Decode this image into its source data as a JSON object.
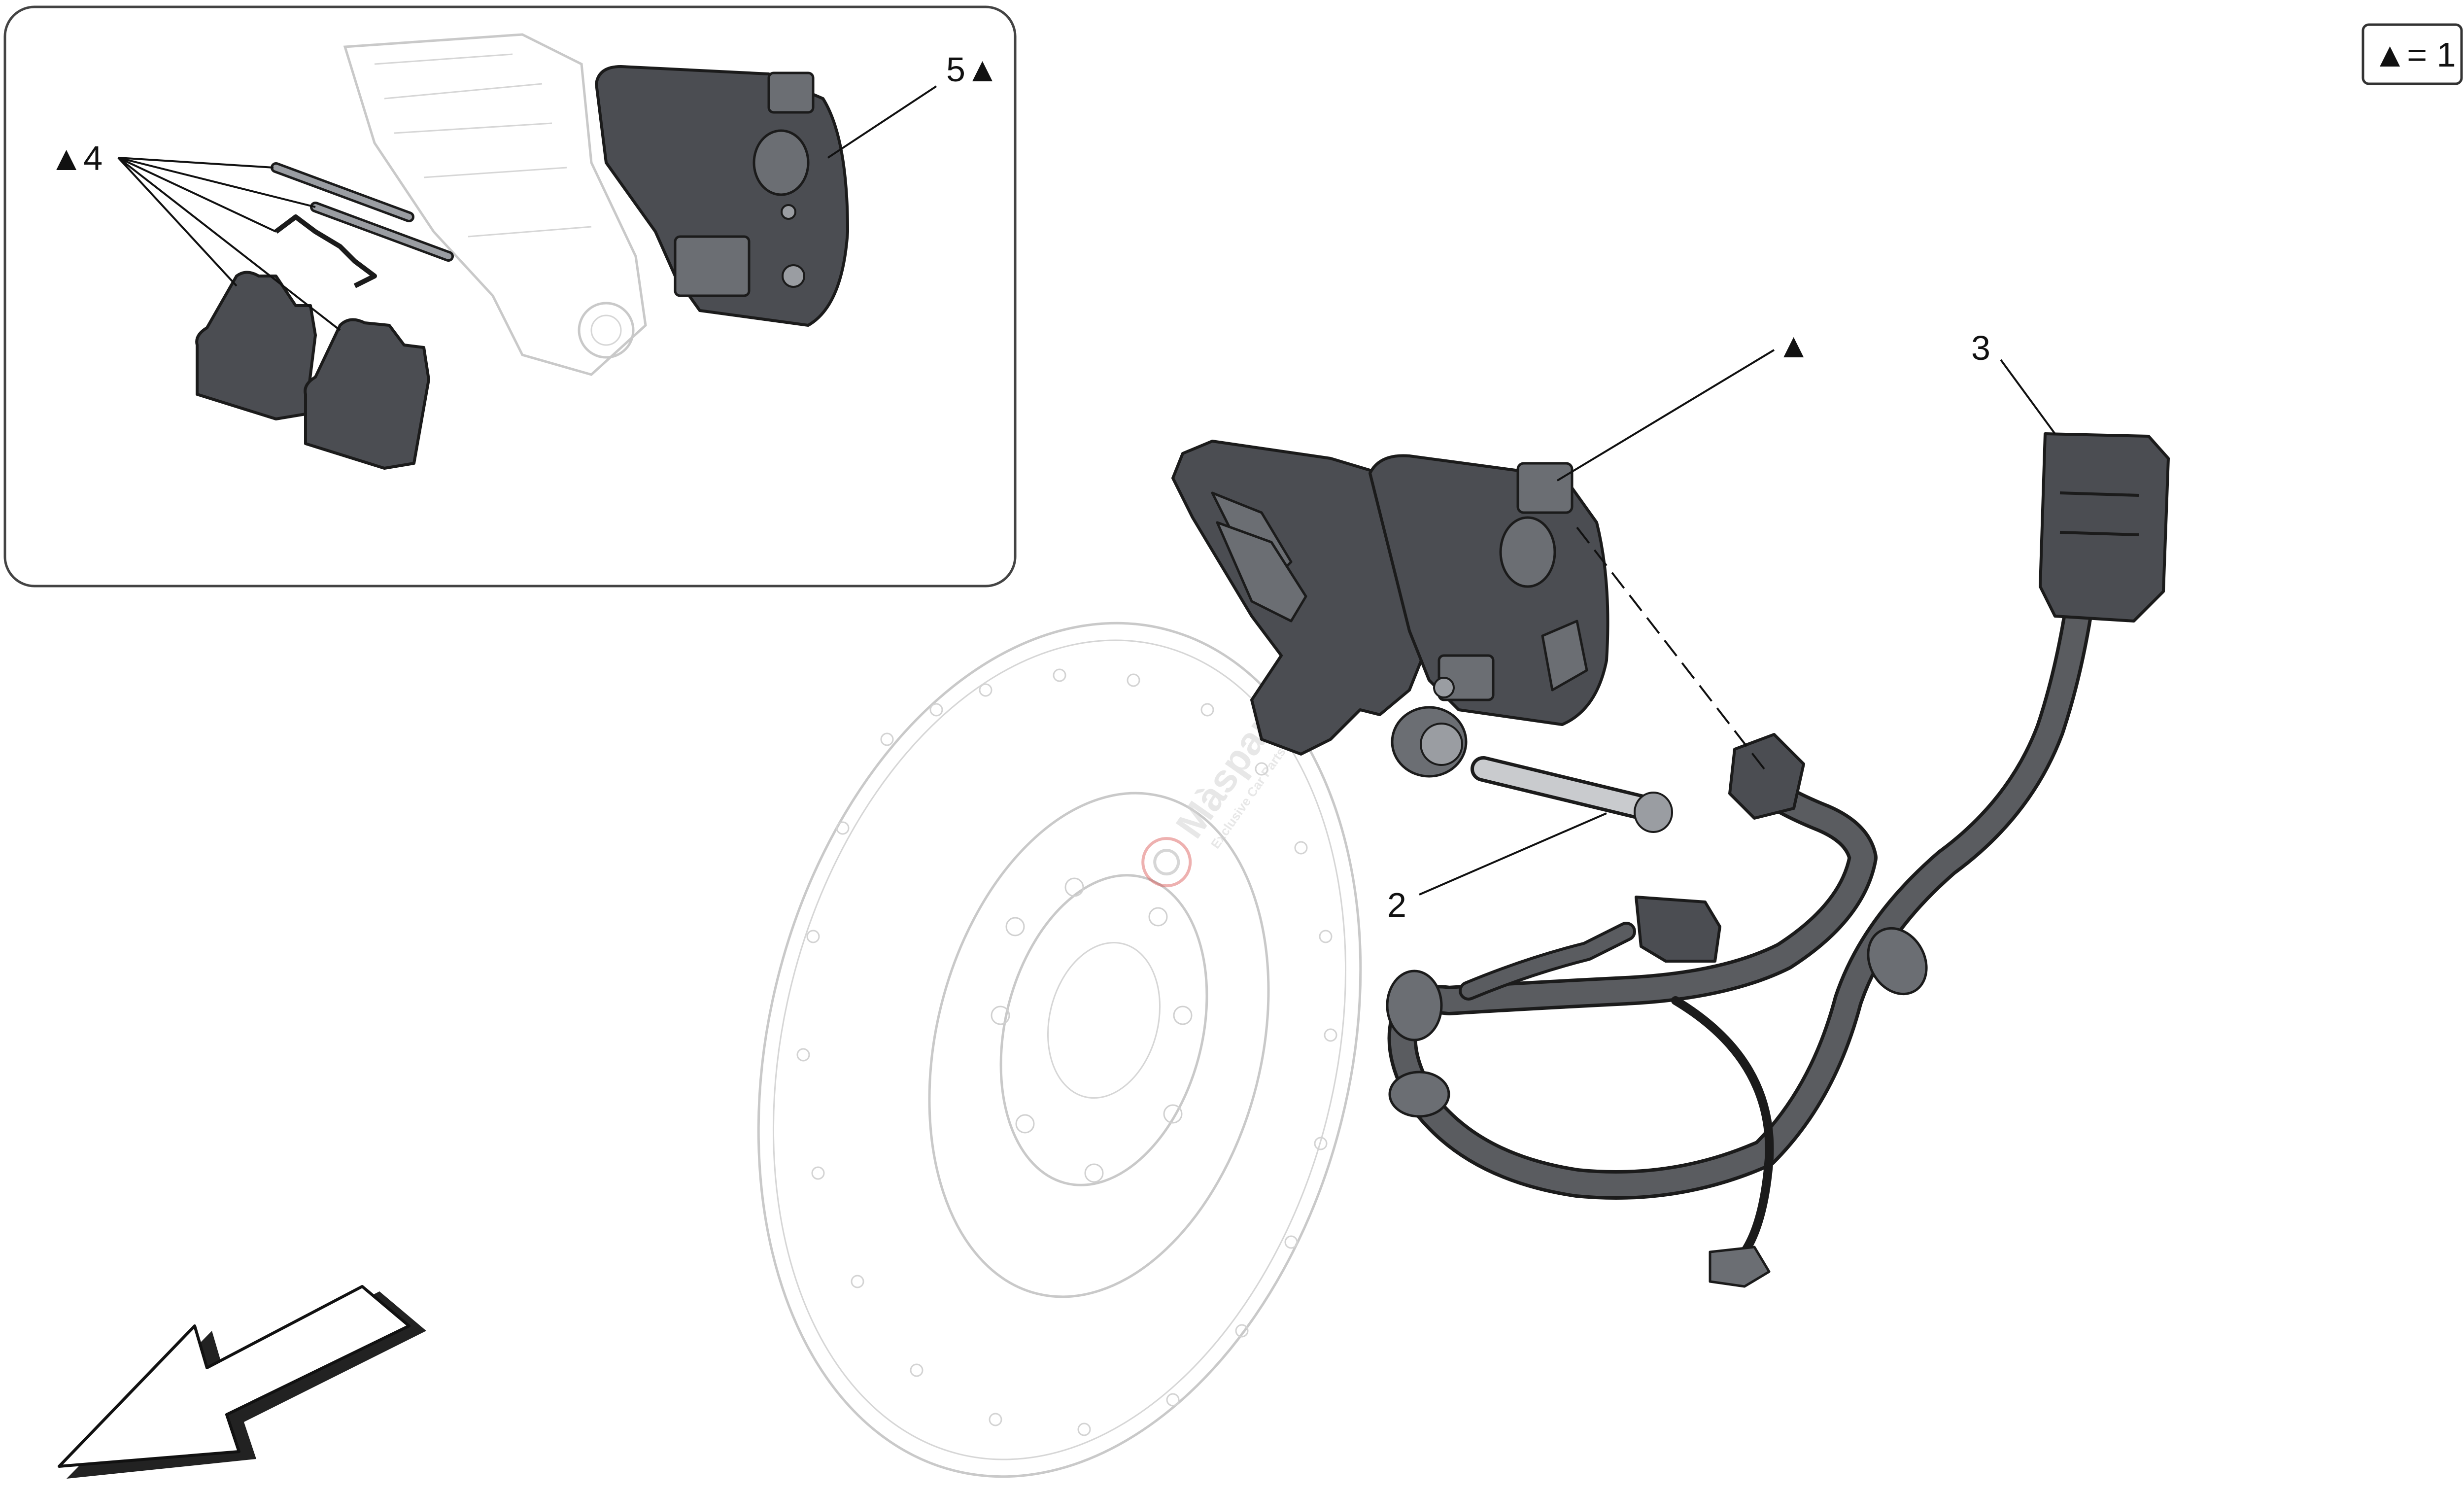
{
  "legend": {
    "text": "▲= 1"
  },
  "callouts": {
    "inset_pads": "▲4",
    "inset_actuator": "5▲",
    "caliper_assembly": "▲",
    "bolt": "2",
    "harness": "3"
  },
  "watermark": {
    "brand": "Màsparts",
    "tagline": "Exclusive Car Parts"
  },
  "colors": {
    "line": "#111111",
    "part": "#4b4d52",
    "ghost": "#c9c9c9",
    "watermark_accent": "#d9534f"
  },
  "icons": {
    "direction": "direction-arrow-icon"
  }
}
